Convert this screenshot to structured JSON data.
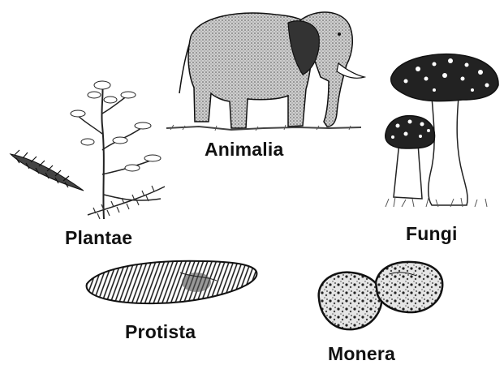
{
  "kingdoms": [
    {
      "id": "animalia",
      "label": "Animalia",
      "icon": "elephant-icon"
    },
    {
      "id": "plantae",
      "label": "Plantae",
      "icon": "plant-branch-icon"
    },
    {
      "id": "fungi",
      "label": "Fungi",
      "icon": "mushroom-icon"
    },
    {
      "id": "protista",
      "label": "Protista",
      "icon": "protist-cell-icon"
    },
    {
      "id": "monera",
      "label": "Monera",
      "icon": "bacteria-icon"
    }
  ],
  "colors": {
    "background": "#ffffff",
    "ink": "#111111",
    "shade": "#9a9a9a"
  }
}
